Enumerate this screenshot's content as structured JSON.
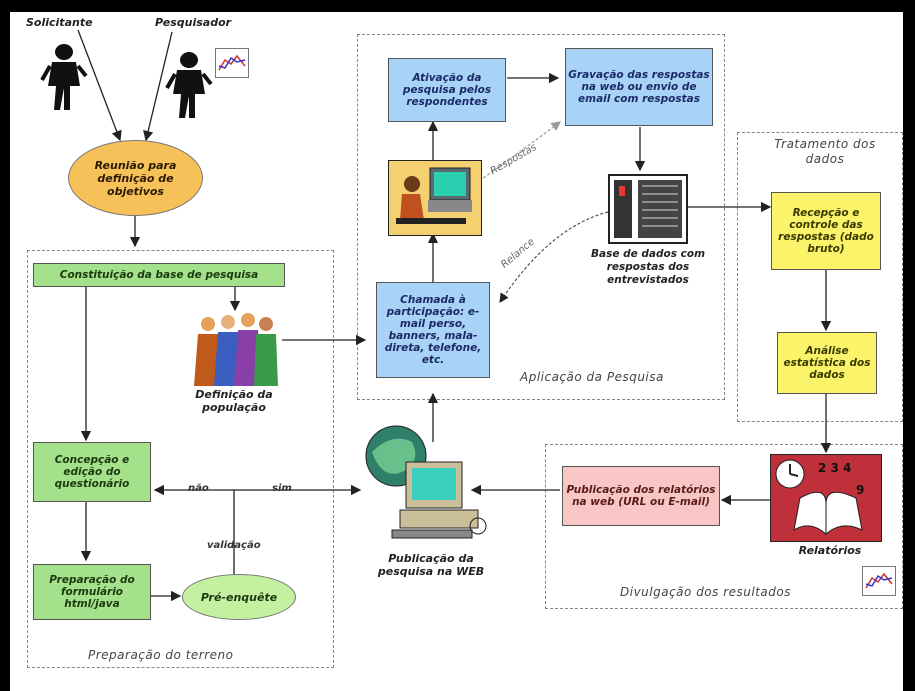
{
  "actors": {
    "solicitante": "Solicitante",
    "pesquisador": "Pesquisador"
  },
  "nodes": {
    "reuniao": "Reunião para definição de objetivos",
    "constituicao": "Constituição da base de pesquisa",
    "definicao_populacao": "Definição da população",
    "concepcao": "Concepção e edição do questionário",
    "preparacao_formulario": "Preparação do formulário html/java",
    "pre_enquete": "Pré-enquête",
    "ativacao": "Ativação da pesquisa pelos respondentes",
    "gravacao": "Gravação das respostas na web ou envio de email com respostas",
    "base_dados": "Base de dados com respostas dos entrevistados",
    "chamada": "Chamada à participação: e-mail perso, banners, mala-direta, telefone, etc.",
    "publicacao_pesquisa": "Publicação da pesquisa na WEB",
    "recepcao": "Recepção e controle das respostas (dado bruto)",
    "analise": "Análise estatística dos dados",
    "relatorios": "Relatórios",
    "publicacao_relatorios": "Publicação dos relatórios na web (URL ou E-mail)"
  },
  "edge_labels": {
    "respostas": "Respostas",
    "relance": "Relance",
    "nao": "não",
    "sim": "sim",
    "validacao": "validação"
  },
  "regions": {
    "preparacao": "Preparação do terreno",
    "aplicacao": "Aplicação da Pesquisa",
    "tratamento": "Tratamento dos dados",
    "divulgacao": "Divulgação dos resultados"
  },
  "colors": {
    "blue_box": "#a9d2f7",
    "green_box": "#a5e08a",
    "yellow_box": "#fbf46a",
    "pink_box": "#f9c6c6",
    "orange_ellipse": "#f7c15a",
    "green_ellipse": "#c4f0a0"
  },
  "icons": [
    "person-icon",
    "chart-icon",
    "people-group-icon",
    "computer-user-icon",
    "server-icon",
    "globe-computer-icon",
    "books-clock-icon"
  ]
}
